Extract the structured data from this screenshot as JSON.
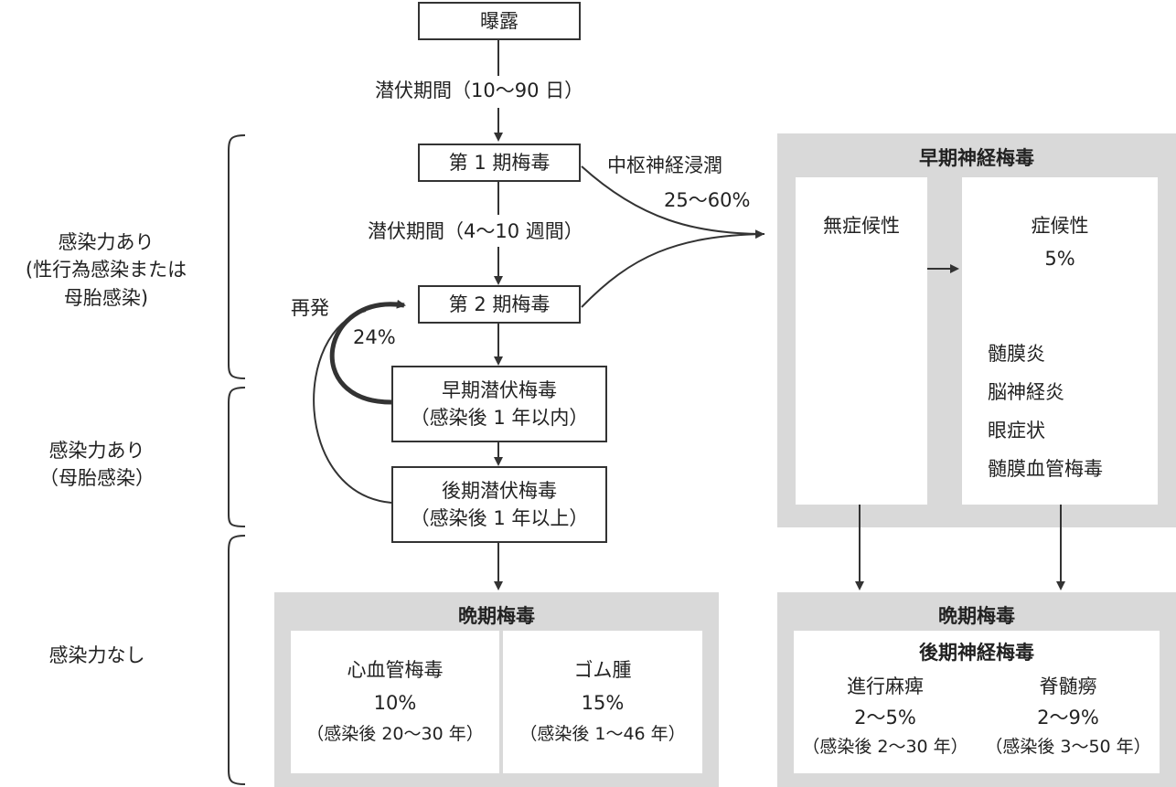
{
  "flow": {
    "exposure": "曝露",
    "incubation1": "潜伏期間（10〜90 日）",
    "primary": "第 1 期梅毒",
    "incubation2": "潜伏期間（4〜10 週間）",
    "secondary": "第 2 期梅毒",
    "early_latent": {
      "line1": "早期潜伏梅毒",
      "line2": "（感染後 1 年以内）"
    },
    "late_latent": {
      "line1": "後期潜伏梅毒",
      "line2": "（感染後 1 年以上）"
    },
    "relapse": "再発",
    "relapse_rate": "24%",
    "cns_invasion": "中枢神経浸潤",
    "cns_rate": "25〜60%"
  },
  "infectivity": {
    "group1": {
      "line1": "感染力あり",
      "line2": "(性行為感染または",
      "line3": "母胎感染)"
    },
    "group2": {
      "line1": "感染力あり",
      "line2": "（母胎感染）"
    },
    "group3": {
      "line1": "感染力なし"
    }
  },
  "early_neuro": {
    "title": "早期神経梅毒",
    "asymptomatic": "無症候性",
    "symptomatic": "症候性",
    "symptomatic_rate": "5%",
    "items": [
      "髄膜炎",
      "脳神経炎",
      "眼症状",
      "髄膜血管梅毒"
    ]
  },
  "late_syphilis": {
    "title": "晩期梅毒",
    "cardio": {
      "name": "心血管梅毒",
      "rate": "10%",
      "onset": "（感染後 20〜30 年）"
    },
    "gumma": {
      "name": "ゴム腫",
      "rate": "15%",
      "onset": "（感染後 1〜46 年）"
    }
  },
  "late_neuro": {
    "title": "晩期梅毒",
    "subtitle": "後期神経梅毒",
    "paresis": {
      "name": "進行麻痺",
      "rate": "2〜5%",
      "onset": "（感染後 2〜30 年）"
    },
    "tabes": {
      "name": "脊髄癆",
      "rate": "2〜9%",
      "onset": "（感染後 3〜50 年）"
    }
  }
}
